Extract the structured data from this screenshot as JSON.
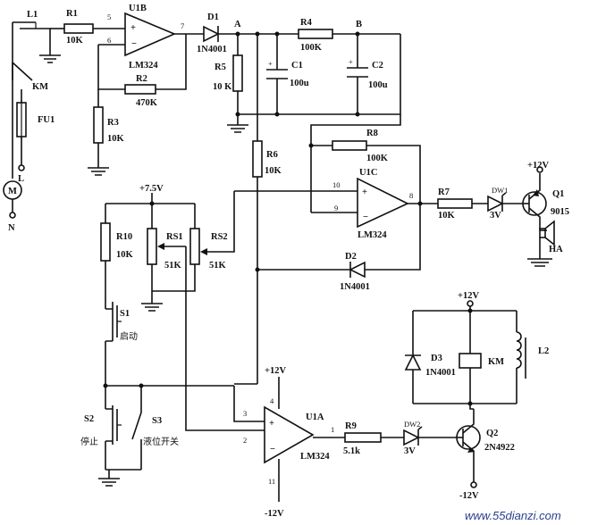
{
  "nodes": {
    "a": "A",
    "b": "B"
  },
  "components": {
    "l1": "L1",
    "r1": {
      "ref": "R1",
      "value": "10K"
    },
    "u1b": {
      "ref": "U1B",
      "part": "LM324"
    },
    "d1": {
      "ref": "D1",
      "part": "1N4001"
    },
    "r4": {
      "ref": "R4",
      "value": "100K"
    },
    "r5": {
      "ref": "R5",
      "value": "10 K"
    },
    "c1": {
      "ref": "C1",
      "value": "100u"
    },
    "c2": {
      "ref": "C2",
      "value": "100u"
    },
    "r2": {
      "ref": "R2",
      "value": "470K"
    },
    "r3": {
      "ref": "R3",
      "value": "10K"
    },
    "km_contact": "KM",
    "fu1": "FU1",
    "motor": "M",
    "r6": {
      "ref": "R6",
      "value": "10K"
    },
    "r8": {
      "ref": "R8",
      "value": "100K"
    },
    "u1c": {
      "ref": "U1C",
      "part": "LM324"
    },
    "r7": {
      "ref": "R7",
      "value": "10K"
    },
    "dw1": {
      "ref": "DW1",
      "value": "3V"
    },
    "q1": {
      "ref": "Q1",
      "part": "9015"
    },
    "ha": "HA",
    "vcc_top": "+12V",
    "plus75": "+7.5V",
    "r10": {
      "ref": "R10",
      "value": "10K"
    },
    "rs1": {
      "ref": "RS1",
      "value": "51K"
    },
    "rs2": {
      "ref": "RS2",
      "value": "51K"
    },
    "d2": {
      "ref": "D2",
      "part": "1N4001"
    },
    "s1": {
      "ref": "S1",
      "desc": "启动"
    },
    "s2": {
      "ref": "S2",
      "desc": "停止"
    },
    "s3": {
      "ref": "S3",
      "desc": "液位开关"
    },
    "u1a": {
      "ref": "U1A",
      "part": "LM324"
    },
    "vcc_u1a": "+12V",
    "vee_u1a": "-12V",
    "r9": {
      "ref": "R9",
      "value": "5.1k"
    },
    "dw2": {
      "ref": "DW2",
      "value": "3V"
    },
    "q2": {
      "ref": "Q2",
      "part": "2N4922"
    },
    "vcc_relay": "+12V",
    "vee_q2": "-12V",
    "d3": {
      "ref": "D3",
      "part": "1N4001"
    },
    "km_coil": "KM",
    "l2": "L2"
  },
  "lines": {
    "l": "L",
    "n": "N"
  },
  "pins": {
    "u1b_p5": "5",
    "u1b_p6": "6",
    "u1b_p7": "7",
    "u1c_p10": "10",
    "u1c_p9": "9",
    "u1c_p8": "8",
    "u1a_p3": "3",
    "u1a_p2": "2",
    "u1a_p1": "1",
    "u1a_p4": "4",
    "u1a_p11": "11"
  },
  "watermark": "www.55dianzi.com"
}
